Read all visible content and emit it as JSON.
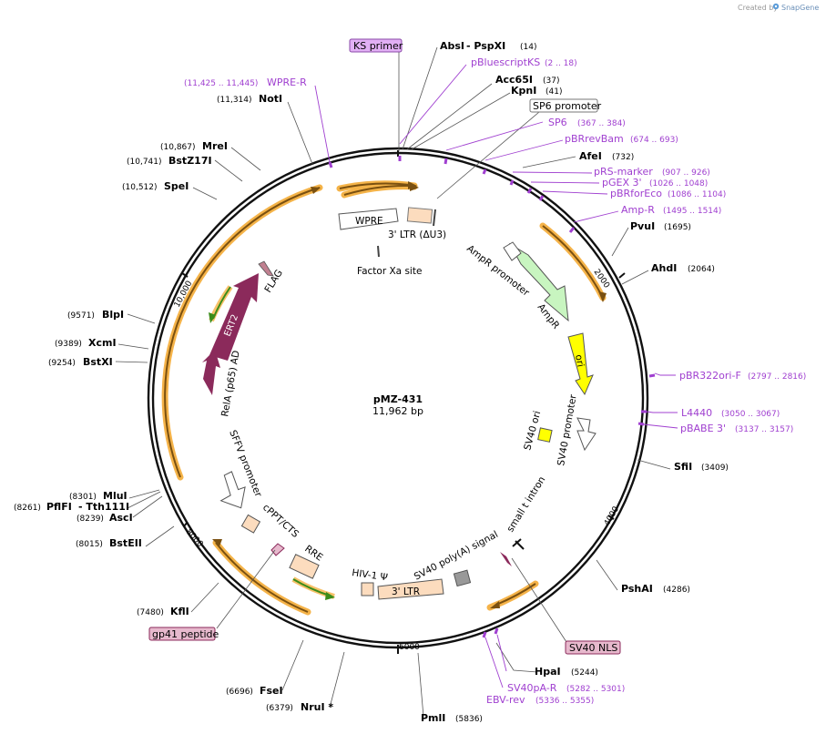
{
  "credit": {
    "prefix": "Created by",
    "brand": "SnapGene"
  },
  "plasmid": {
    "name": "pMZ-431",
    "size": "11,962 bp"
  },
  "ruler": {
    "r1": "2000",
    "r2": "4000",
    "r3": "6000",
    "r4": "8000",
    "r5": "10,000"
  },
  "sites": {
    "absi": "AbsI",
    "pspxi": "- PspXI",
    "absi_pos": "(14)",
    "acc65i": "Acc65I",
    "acc65i_pos": "(37)",
    "kpni": "KpnI",
    "kpni_pos": "(41)",
    "afei": "AfeI",
    "afei_pos": "(732)",
    "pvui": "PvuI",
    "pvui_pos": "(1695)",
    "ahdi": "AhdI",
    "ahdi_pos": "(2064)",
    "sfii": "SfiI",
    "sfii_pos": "(3409)",
    "pshai": "PshAI",
    "pshai_pos": "(4286)",
    "hpai": "HpaI",
    "hpai_pos": "(5244)",
    "pmli": "PmlI",
    "pmli_pos": "(5836)",
    "nrui": "NruI *",
    "nrui_pos": "(6379)",
    "fsei": "FseI",
    "fsei_pos": "(6696)",
    "kfli": "KflI",
    "kfli_pos": "(7480)",
    "bsteii": "BstEII",
    "bsteii_pos": "(8015)",
    "asci": "AscI",
    "asci_pos": "(8239)",
    "pflfi": "PflFI",
    "tth111i": "- Tth111I",
    "pflfi_pos": "(8261)",
    "mlui": "MluI",
    "mlui_pos": "(8301)",
    "bstxi": "BstXI",
    "bstxi_pos": "(9254)",
    "xcmi": "XcmI",
    "xcmi_pos": "(9389)",
    "blpi": "BlpI",
    "blpi_pos": "(9571)",
    "spei": "SpeI",
    "spei_pos": "(10,512)",
    "bstz17i": "BstZ17I",
    "bstz17i_pos": "(10,741)",
    "krei": "MreI",
    "krei_pos": "(10,867)",
    "noti": "NotI",
    "noti_pos": "(11,314)"
  },
  "primers": {
    "pbluescriptks": "pBluescriptKS",
    "pbluescriptks_pos": "(2 .. 18)",
    "sp6": "SP6",
    "sp6_pos": "(367 .. 384)",
    "pbrrevbam": "pBRrevBam",
    "pbrrevbam_pos": "(674 .. 693)",
    "prsmarker": "pRS-marker",
    "prsmarker_pos": "(907 .. 926)",
    "pgex3": "pGEX 3'",
    "pgex3_pos": "(1026 .. 1048)",
    "pbrforeco": "pBRforEco",
    "pbrforeco_pos": "(1086 .. 1104)",
    "ampr": "Amp-R",
    "ampr_pos": "(1495 .. 1514)",
    "pbr322ori": "pBR322ori-F",
    "pbr322ori_pos": "(2797 .. 2816)",
    "l4440": "L4440",
    "l4440_pos": "(3050 .. 3067)",
    "pbabe3": "pBABE 3'",
    "pbabe3_pos": "(3137 .. 3157)",
    "sv40par": "SV40pA-R",
    "sv40par_pos": "(5282 .. 5301)",
    "ebvrev": "EBV-rev",
    "ebvrev_pos": "(5336 .. 5355)",
    "wprer": "WPRE-R",
    "wprer_pos": "(11,425 .. 11,445)"
  },
  "boxes": {
    "ks_primer": "KS primer",
    "sp6_promoter": "SP6 promoter",
    "sv40_nls": "SV40 NLS",
    "gp41": "gp41 peptide"
  },
  "features": {
    "wpre": "WPRE",
    "ltr3_du3": "3' LTR (ΔU3)",
    "factor_xa": "Factor Xa site",
    "ampr_promoter": "AmpR promoter",
    "ampr": "AmpR",
    "ori": "ori",
    "sv40_promoter": "SV40 promoter",
    "sv40_ori": "SV40 ori",
    "small_t_intron": "small t intron",
    "sv40_polya": "SV40 poly(A) signal",
    "ltr3": "3' LTR",
    "hiv1_psi": "HIV-1 Ψ",
    "rre": "RRE",
    "cppt": "cPPT/CTS",
    "sffv": "SFFV promoter",
    "rela": "RelA (p65) AD",
    "ert2": "ERT2",
    "flag": "FLAG"
  },
  "colors": {
    "ring": "#111111",
    "primer": "#a040d0",
    "highlight": "#f3a629",
    "arrow_brown": "#7a5010",
    "arrow_green": "#3b8c1a",
    "ampr_fill": "#c8f5c0",
    "ori_fill": "#ffff00",
    "ltr_fill": "#fcdcbe",
    "ert2_fill": "#8b2a5b",
    "box_purple": "#e2b0f5",
    "box_pink": "#e7b9cd"
  }
}
